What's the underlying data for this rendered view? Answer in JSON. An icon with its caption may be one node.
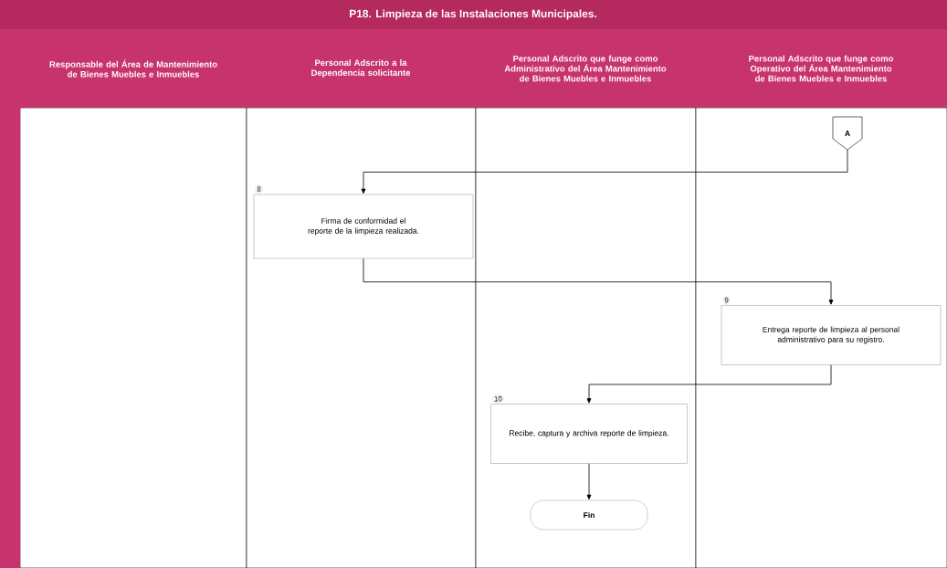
{
  "diagram": {
    "title": "P18. Limpieza de las Instalaciones Municipales.",
    "nodes": [
      {
        "text": [
          "Responsable del Área de Mantenimiento de Bienes Muebles e Inmuebles"
        ]
      },
      {
        "text": [
          "Personal Adscrito a la Dependencia solicitante"
        ]
      },
      {
        "text": [
          "Personal Adscrito que funge como Administrativo del Área Mantenimiento de Bienes Muebles e Inmuebles"
        ]
      },
      {
        "text": [
          "Personal Adscrito que funge como Operativo del Área Mantenimiento de Bienes Muebles e Inmuebles"
        ]
      },
      {
        "text": [
          "A"
        ],
        "in": 3
      },
      {
        "text": [
          "Firma de conformidad el reporte de la limpieza realizada."
        ],
        "beside": [
          "8"
        ],
        "in": 1
      },
      {
        "text": [
          "Entrega reporte de limpieza al personal administrativo para su registro."
        ],
        "beside": [
          "9"
        ],
        "in": 3
      },
      {
        "text": [
          "Recibe, captura y archiva reporte de limpieza."
        ],
        "beside": [
          "10"
        ],
        "in": 2
      },
      {
        "text": [
          "Fin"
        ],
        "in": 2
      }
    ],
    "edges": [
      {
        "from": 4,
        "to": 5,
        "arrow": "to"
      },
      {
        "from": 5,
        "to": 6,
        "arrow": "to"
      },
      {
        "from": 6,
        "to": 7,
        "arrow": "to"
      },
      {
        "from": 7,
        "to": 8,
        "arrow": "to"
      }
    ]
  }
}
